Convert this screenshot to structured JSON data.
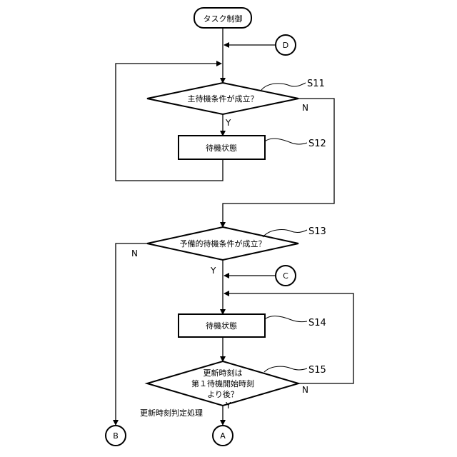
{
  "start": "タスク制御",
  "connectors": {
    "d": "D",
    "c": "C",
    "b": "B",
    "a": "A"
  },
  "decisions": {
    "s11": "主待機条件が成立？",
    "s13": "予備的待機条件が成立？",
    "s15": [
      "更新時刻は",
      "第１待機開始時刻",
      "より後？"
    ]
  },
  "processes": {
    "s12": "待機状態",
    "s14": "待機状態"
  },
  "step_labels": {
    "s11": "S11",
    "s12": "S12",
    "s13": "S13",
    "s14": "S14",
    "s15": "S15"
  },
  "branch_labels": {
    "s11_yes": "Y",
    "s11_no": "N",
    "s13_yes": "Y",
    "s13_no": "N",
    "s15_yes": "Y",
    "s15_no": "N"
  },
  "caption": "更新時刻判定処理"
}
